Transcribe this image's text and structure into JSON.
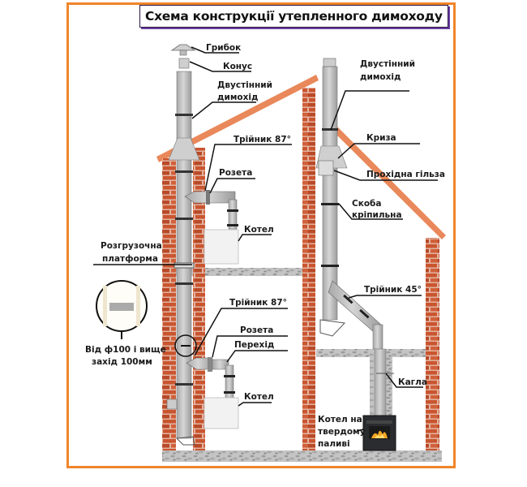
{
  "title": "Схема конструкції утепленного димоходу",
  "colors": {
    "frame": "#f0852a",
    "brick": "#c9552f",
    "mortar": "#e8b9a5",
    "roof": "#e9885a",
    "pipe": "#c8c8c8",
    "floor": "#b5b5b5",
    "leader": "#111111"
  },
  "labels": {
    "hribok": "Грибок",
    "konus": "Конус",
    "dvostinnyi_left_1": "Двустінний",
    "dvostinnyi_left_2": "димохід",
    "triinyk87_top": "Трійник 87°",
    "rozeta_top": "Розета",
    "kotel_top": "Котел",
    "platforma_1": "Розгрузочна",
    "platforma_2": "платформа",
    "detail_1": "Від ф100 і вище",
    "detail_2": "захід 100мм",
    "triinyk87_bottom": "Трійник 87°",
    "rozeta_bottom": "Розета",
    "perekhid": "Перехід",
    "kotel_bottom": "Котел",
    "dvostinnyi_right_1": "Двустінний",
    "dvostinnyi_right_2": "димохід",
    "kryza": "Криза",
    "prokhidna": "Прохідна гільза",
    "skoba_1": "Скоба",
    "skoba_2": "кріпильна",
    "triinyk45": "Трійник 45°",
    "kahla": "Кагла",
    "solid_1": "Котел на",
    "solid_2": "твердому",
    "solid_3": "паливі"
  }
}
